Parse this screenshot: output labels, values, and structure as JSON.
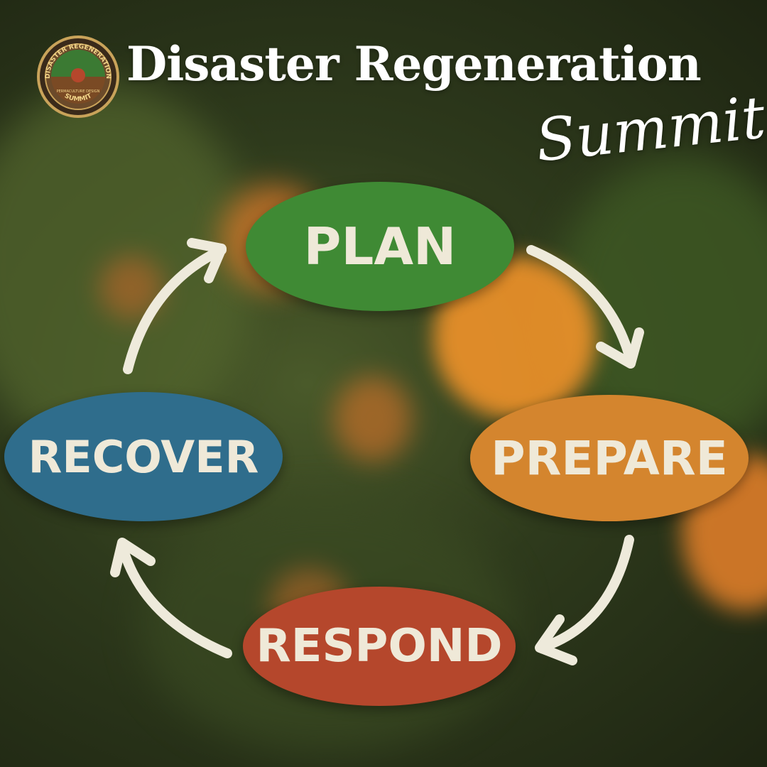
{
  "header": {
    "title": "Disaster Regeneration",
    "subtitle": "Summit"
  },
  "logo": {
    "top_text": "DISASTER REGENERATION",
    "middle_text": "PERMACULTURE DESIGN",
    "bottom_text": "SUMMIT"
  },
  "cycle": [
    {
      "label": "PLAN",
      "color": "#3f8a34"
    },
    {
      "label": "PREPARE",
      "color": "#d4852e"
    },
    {
      "label": "RESPOND",
      "color": "#b5472c"
    },
    {
      "label": "RECOVER",
      "color": "#2f6d8c"
    }
  ],
  "colors": {
    "arrow": "#eeeadb",
    "background": "#2e3a1c"
  }
}
